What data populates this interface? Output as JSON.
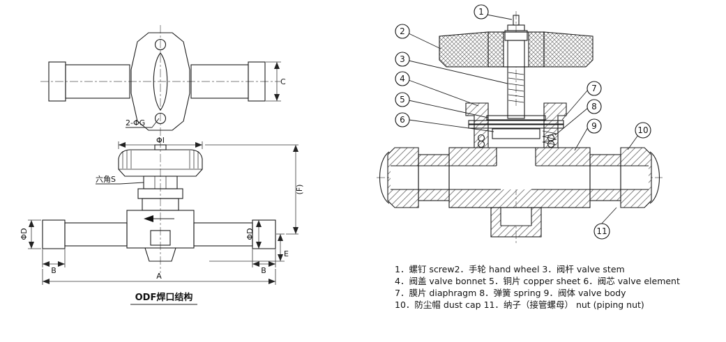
{
  "left": {
    "top_view": {
      "hole_label": "2-ΦG",
      "dim_c": "C"
    },
    "front_view": {
      "dim_phi_i": "ΦI",
      "hex_label": "六角S",
      "dim_phi_d_left": "ΦD",
      "dim_phi_d_right": "ΦD",
      "dim_b_left": "B",
      "dim_b_right": "B",
      "dim_a": "A",
      "dim_e": "E",
      "dim_f": "(F)",
      "caption": "ODF焊口结构"
    }
  },
  "right": {
    "callouts": [
      "1",
      "2",
      "3",
      "4",
      "5",
      "6",
      "7",
      "8",
      "9",
      "10",
      "11"
    ]
  },
  "legend": {
    "lines": [
      "1．螺钉 screw2．手轮 hand wheel 3．阀杆 valve stem",
      "4．阀盖 valve bonnet 5．铜片 copper sheet 6．阀芯 valve element",
      "7．膜片 diaphragm   8．弹簧 spring 9．阀体 valve body",
      "10．防尘帽 dust cap 11．纳子（接管螺母）  nut (piping nut)"
    ]
  }
}
